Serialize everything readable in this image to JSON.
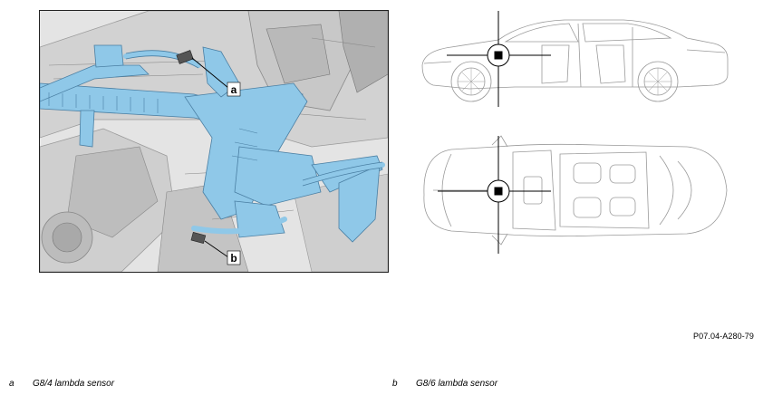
{
  "figure": {
    "reference_code": "P07.04-A280-79",
    "callouts": [
      {
        "key": "a",
        "label": "G8/4 lambda sensor"
      },
      {
        "key": "b",
        "label": "G8/6 lambda sensor"
      }
    ],
    "colors": {
      "highlight": "#8fc8e8",
      "highlight_dark": "#5f9fc6",
      "engine_gray": "#c9c9c9",
      "engine_dark": "#8a8a8a",
      "line": "#222222",
      "vehicle_line": "#9a9a9a",
      "locator": "#000000"
    },
    "icons": [
      "lambda-sensor-icon",
      "locator-crosshair-icon"
    ]
  }
}
